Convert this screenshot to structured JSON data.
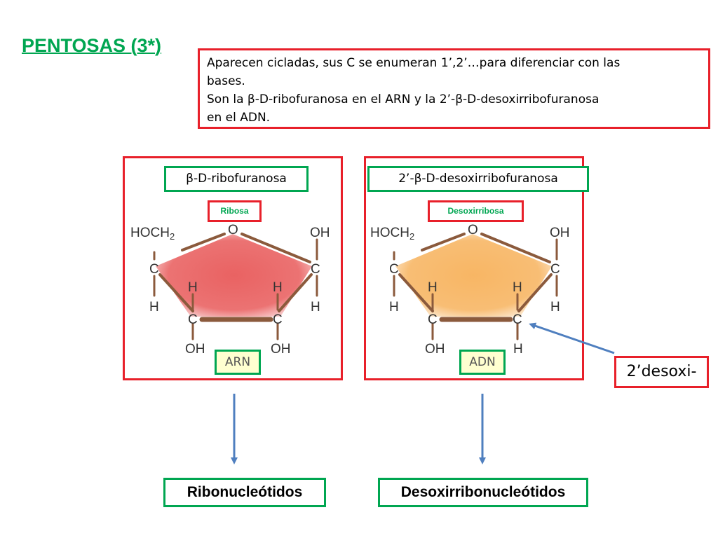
{
  "title": "PENTOSAS (3*)",
  "note": {
    "lines": [
      "Aparecen cicladas, sus C se enumeran 1’,2’…para diferenciar con las",
      "bases.",
      "Son la β-D-ribofuranosa en el ARN y la 2’-β-D-desoxirribofuranosa",
      "en el ADN."
    ]
  },
  "ribose": {
    "name": "β-D-ribofuranosa",
    "label": "Ribosa",
    "acid": "ARN",
    "ring_color": "#e85a5a",
    "atoms": {
      "hoch2": "HOCH",
      "sub": "2",
      "o": "O",
      "oh_top": "OH",
      "c_left": "C",
      "c_right": "C",
      "h_left": "H",
      "h_right": "H",
      "h_in_left": "H",
      "h_in_right": "H",
      "c_bl": "C",
      "c_br": "C",
      "oh_bl": "OH",
      "oh_br": "OH"
    },
    "product": "Ribonucleótidos"
  },
  "deoxyribose": {
    "name": "2’-β-D-desoxirribofuranosa",
    "label": "Desoxirribosa",
    "acid": "ADN",
    "ring_color": "#f7b25c",
    "atoms": {
      "hoch2": "HOCH",
      "sub": "2",
      "o": "O",
      "oh_top": "OH",
      "c_left": "C",
      "c_right": "C",
      "h_left": "H",
      "h_right": "H",
      "h_in_left": "H",
      "h_in_right": "H",
      "c_bl": "C",
      "c_br": "C",
      "oh_bl": "OH",
      "h_br": "H"
    },
    "product": "Desoxirribonucleótidos"
  },
  "callout": "2’desoxi-",
  "colors": {
    "red_border": "#e8202a",
    "green": "#00a651",
    "arrow": "#4f7fbf",
    "bond": "#8b5a3c"
  }
}
